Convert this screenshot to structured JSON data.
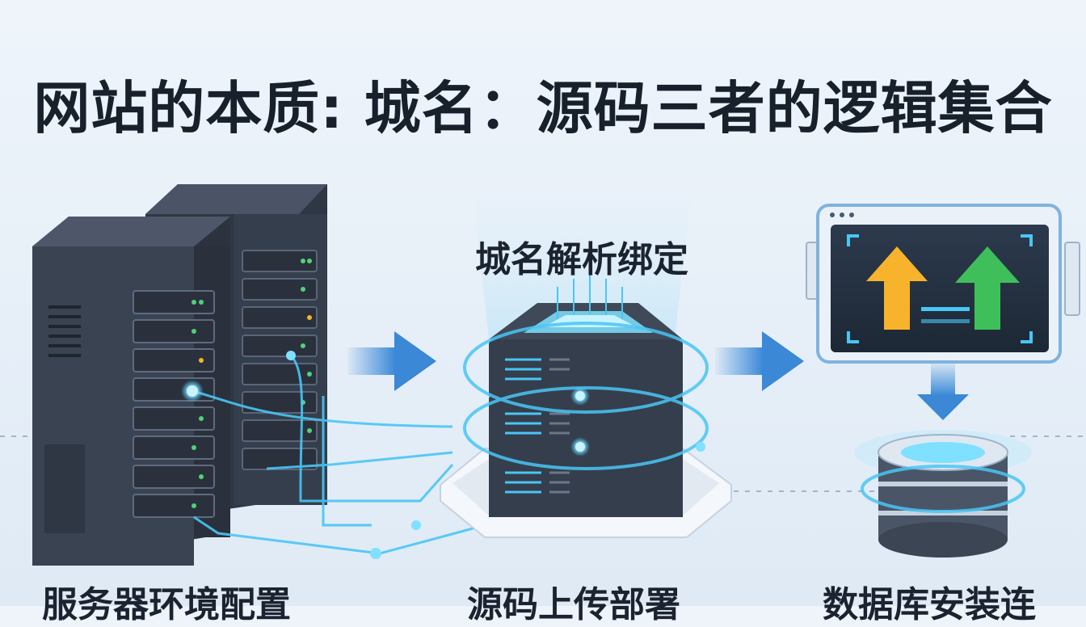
{
  "title": "网站的本质: 城名：源码三者的逻辑集合",
  "center_label": "城名解析绑定",
  "captions": {
    "left": "服务器环境配置",
    "center": "源码上传部署",
    "right": "数据库安装连"
  },
  "colors": {
    "server_body": "#3b4454",
    "server_dark": "#2a313d",
    "glow": "#49c6f5",
    "arrow": "#3a88d6",
    "arrow_yellow": "#f6b32b",
    "arrow_green": "#3fbf5a",
    "title_text": "#17202b"
  },
  "icons": [
    "server-rack-icon",
    "stacked-server-icon",
    "monitor-upload-icon",
    "database-icon",
    "right-arrow-icon",
    "down-arrow-icon"
  ]
}
